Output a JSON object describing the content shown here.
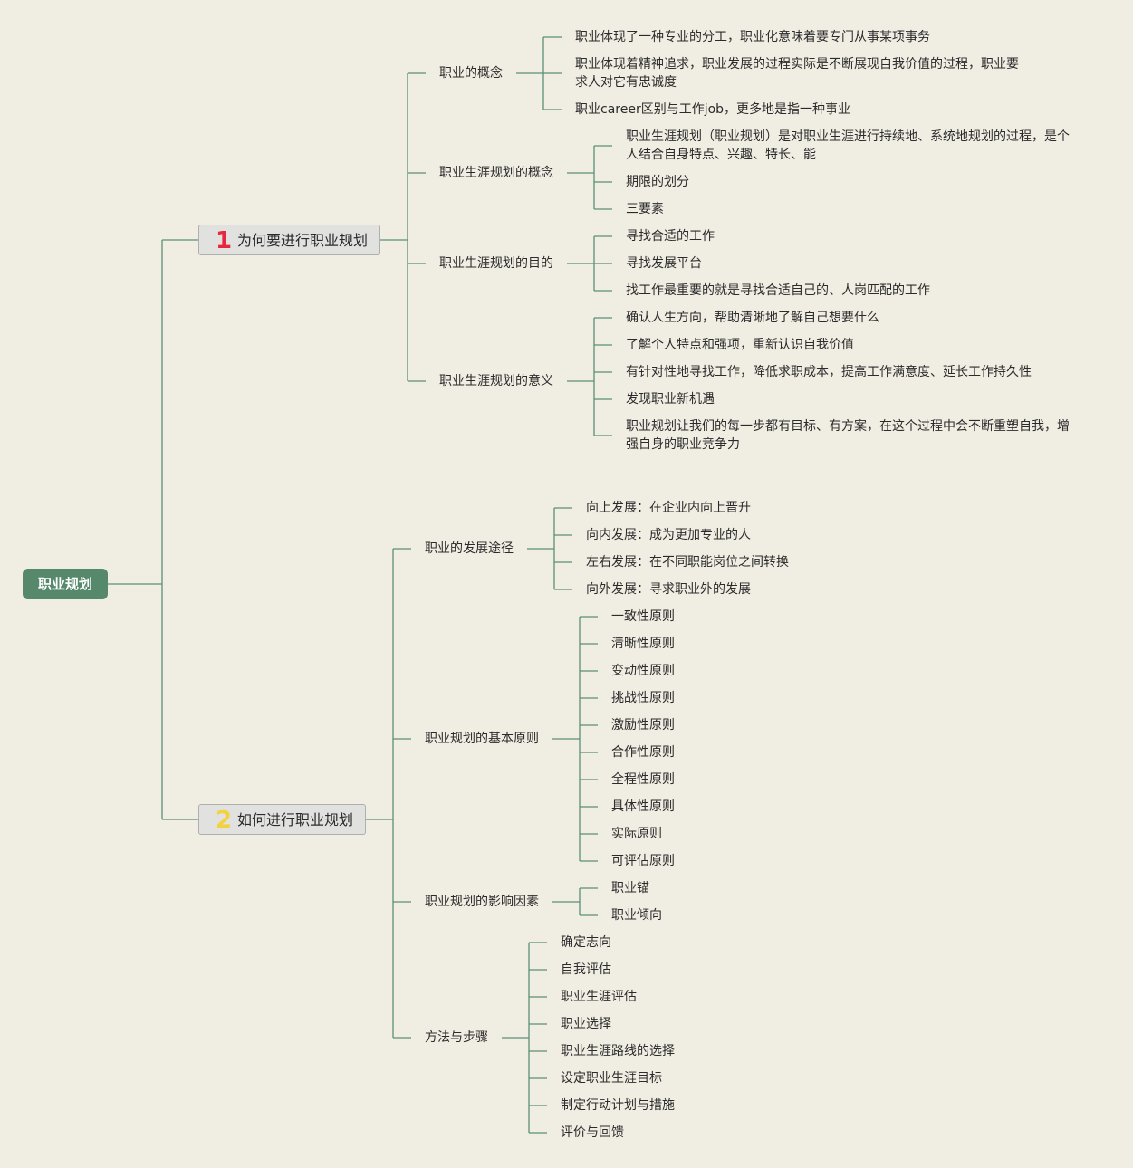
{
  "root": "职业规划",
  "colors": {
    "line": "#5c8f78",
    "accent1": "#e8273c",
    "accent2": "#f3d23f",
    "root_bg": "#56886c"
  },
  "branches": [
    {
      "number": "1",
      "title": "为何要进行职业规划",
      "children": [
        {
          "label": "职业的概念",
          "items": [
            "职业体现了一种专业的分工，职业化意味着要专门从事某项事务",
            "职业体现着精神追求，职业发展的过程实际是不断展现自我价值的过程，职业要求人对它有忠诚度",
            "职业career区别与工作job，更多地是指一种事业"
          ]
        },
        {
          "label": "职业生涯规划的概念",
          "items": [
            "职业生涯规划（职业规划）是对职业生涯进行持续地、系统地规划的过程，是个人结合自身特点、兴趣、特长、能",
            "期限的划分",
            "三要素"
          ]
        },
        {
          "label": "职业生涯规划的目的",
          "items": [
            "寻找合适的工作",
            "寻找发展平台",
            "找工作最重要的就是寻找合适自己的、人岗匹配的工作"
          ]
        },
        {
          "label": "职业生涯规划的意义",
          "items": [
            "确认人生方向，帮助清晰地了解自己想要什么",
            "了解个人特点和强项，重新认识自我价值",
            "有针对性地寻找工作，降低求职成本，提高工作满意度、延长工作持久性",
            "发现职业新机遇",
            "职业规划让我们的每一步都有目标、有方案，在这个过程中会不断重塑自我，增强自身的职业竞争力"
          ]
        }
      ]
    },
    {
      "number": "2",
      "title": "如何进行职业规划",
      "children": [
        {
          "label": "职业的发展途径",
          "items": [
            "向上发展：在企业内向上晋升",
            "向内发展：成为更加专业的人",
            "左右发展：在不同职能岗位之间转换",
            "向外发展：寻求职业外的发展"
          ]
        },
        {
          "label": "职业规划的基本原则",
          "items": [
            "一致性原则",
            "清晰性原则",
            "变动性原则",
            "挑战性原则",
            "激励性原则",
            "合作性原则",
            "全程性原则",
            "具体性原则",
            "实际原则",
            "可评估原则"
          ]
        },
        {
          "label": "职业规划的影响因素",
          "items": [
            "职业锚",
            "职业倾向"
          ]
        },
        {
          "label": "方法与步骤",
          "items": [
            "确定志向",
            "自我评估",
            "职业生涯评估",
            "职业选择",
            "职业生涯路线的选择",
            "设定职业生涯目标",
            "制定行动计划与措施",
            "评价与回馈"
          ]
        }
      ]
    }
  ]
}
